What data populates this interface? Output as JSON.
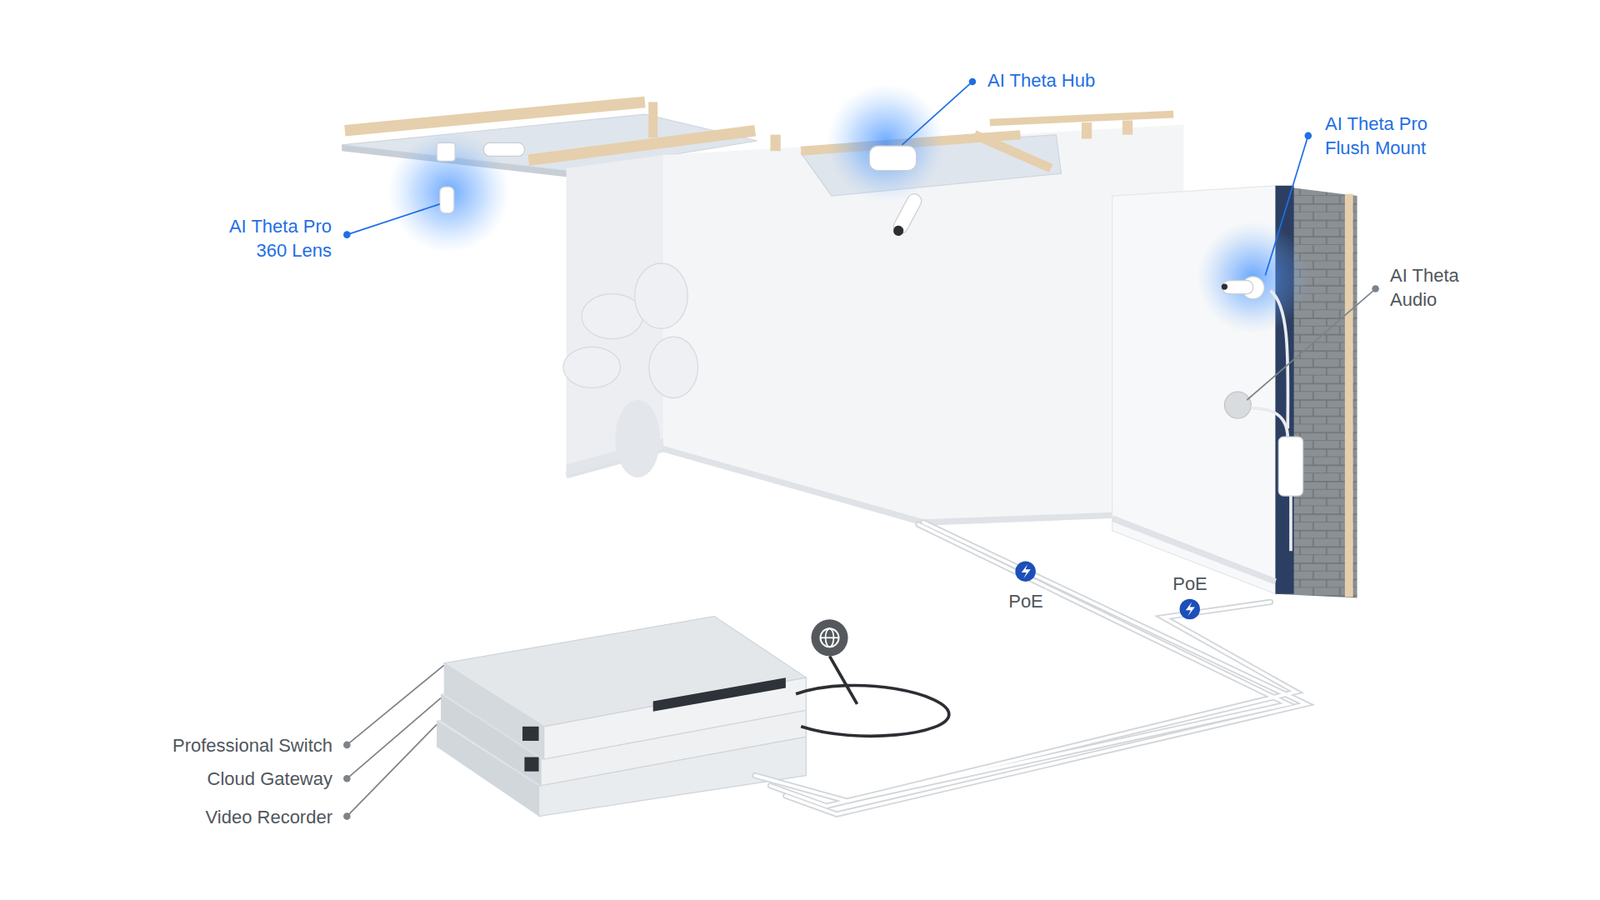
{
  "diagram": {
    "labels": [
      "AI Theta Hub",
      "AI Theta Pro Flush Mount",
      "AI Theta Pro 360 Lens",
      "AI Theta Audio",
      "PoE",
      "PoE",
      "Professional Switch",
      "Cloud Gateway",
      "Video Recorder"
    ]
  }
}
